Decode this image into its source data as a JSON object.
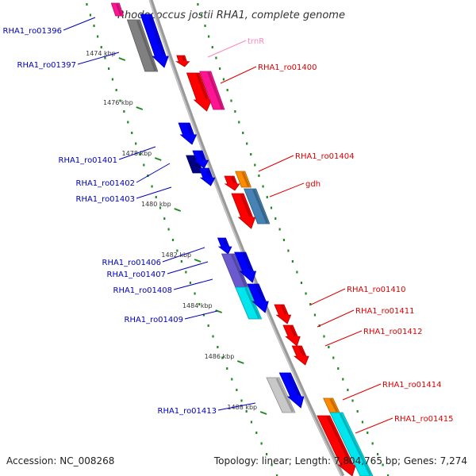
{
  "title": "Rhodococcus jostii RHA1, complete genome",
  "footer": {
    "accession": "Accession: NC_008268",
    "stats": "Topology: linear; Length: 7,804,765 bp; Genes: 7,274"
  },
  "colors": {
    "backbone": "#9a9a9a",
    "left_label": "#0000bb",
    "right_label": "#dd0000",
    "trna_label": "#ff88bb",
    "dots": "#228822"
  },
  "ticks": [
    "1474 kbp",
    "1476 kbp",
    "1478 kbp",
    "1480 kbp",
    "1482 kbp",
    "1484 kbp",
    "1486 kbp",
    "1488 kbp"
  ],
  "left_labels": [
    "RHA1_ro01396",
    "RHA1_ro01397",
    "RHA1_ro01401",
    "RHA1_ro01402",
    "RHA1_ro01403",
    "RHA1_ro01406",
    "RHA1_ro01407",
    "RHA1_ro01408",
    "RHA1_ro01409",
    "RHA1_ro01413"
  ],
  "right_labels": [
    "trnR",
    "RHA1_ro01400",
    "RHA1_ro01404",
    "gdh",
    "RHA1_ro01410",
    "RHA1_ro01411",
    "RHA1_ro01412",
    "RHA1_ro01414",
    "RHA1_ro01415"
  ]
}
